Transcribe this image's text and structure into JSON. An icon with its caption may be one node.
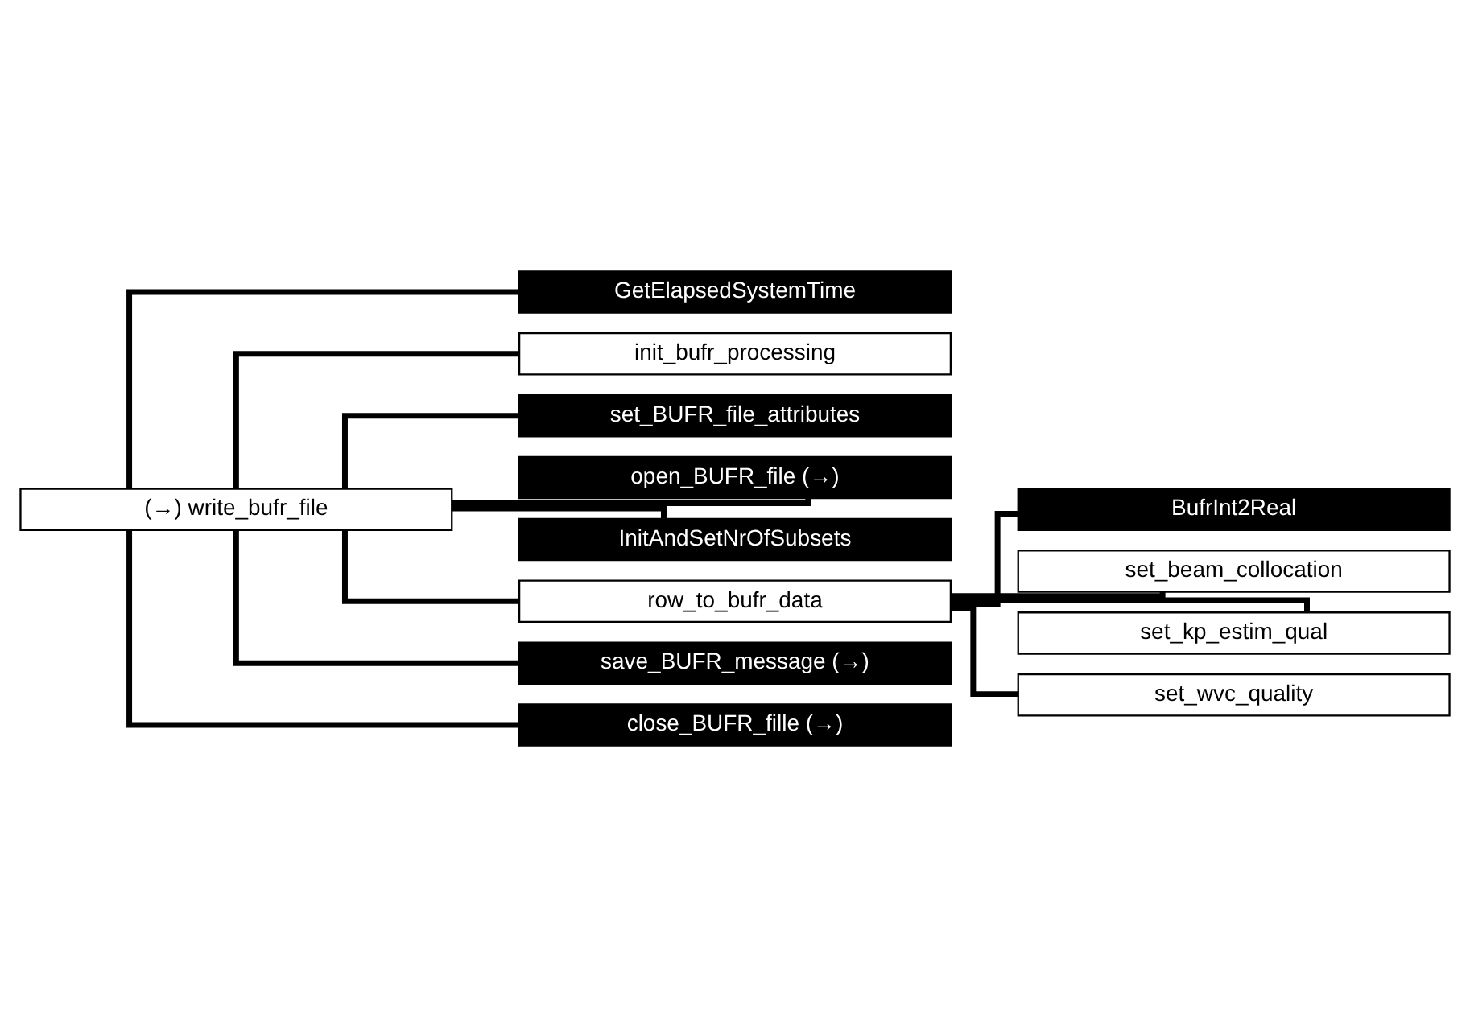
{
  "diagram": {
    "nodes": [
      {
        "text": [
          "(→) write_bufr_file"
        ]
      },
      {
        "text": [
          "GetElapsedSystemTime"
        ]
      },
      {
        "text": [
          "init_bufr_processing"
        ]
      },
      {
        "text": [
          "set_BUFR_file_attributes"
        ]
      },
      {
        "text": [
          "open_BUFR_file (→)"
        ]
      },
      {
        "text": [
          "InitAndSetNrOfSubsets"
        ]
      },
      {
        "text": [
          "row_to_bufr_data"
        ]
      },
      {
        "text": [
          "BufrInt2Real"
        ]
      },
      {
        "text": [
          "set_beam_collocation"
        ]
      },
      {
        "text": [
          "set_kp_estim_qual"
        ]
      },
      {
        "text": [
          "set_wvc_quality"
        ]
      },
      {
        "text": [
          "save_BUFR_message (→)"
        ]
      },
      {
        "text": [
          "close_BUFR_fille (→)"
        ]
      }
    ],
    "edges": [
      {
        "from": 0,
        "to": 1,
        "arrow": "none"
      },
      {
        "from": 0,
        "to": 2,
        "arrow": "none"
      },
      {
        "from": 0,
        "to": 3,
        "arrow": "none"
      },
      {
        "from": 0,
        "to": 4,
        "arrow": "none"
      },
      {
        "from": 0,
        "to": 5,
        "arrow": "none"
      },
      {
        "from": 0,
        "to": 6,
        "arrow": "none"
      },
      {
        "from": 6,
        "to": 7,
        "arrow": "none"
      },
      {
        "from": 6,
        "to": 8,
        "arrow": "none"
      },
      {
        "from": 6,
        "to": 9,
        "arrow": "none"
      },
      {
        "from": 6,
        "to": 10,
        "arrow": "none"
      },
      {
        "from": 0,
        "to": 11,
        "arrow": "none"
      },
      {
        "from": 0,
        "to": 12,
        "arrow": "none"
      }
    ]
  }
}
